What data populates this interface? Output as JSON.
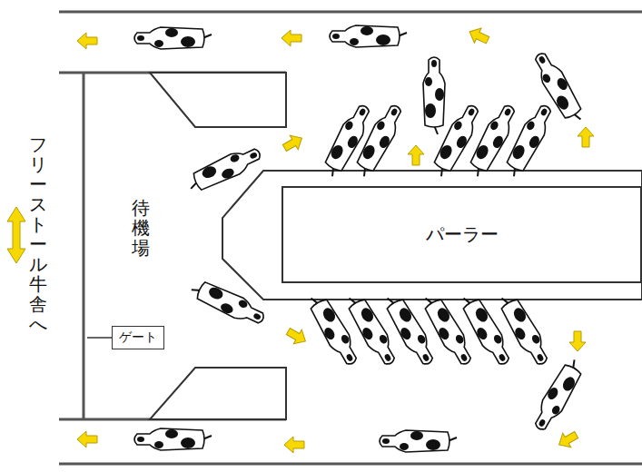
{
  "diagram": {
    "nodes": [
      {
        "text": [
          "パーラー"
        ]
      },
      {
        "text": [
          "ゲート"
        ]
      }
    ],
    "labels": [
      "フリーストール牛舎へ",
      "待機場"
    ]
  }
}
